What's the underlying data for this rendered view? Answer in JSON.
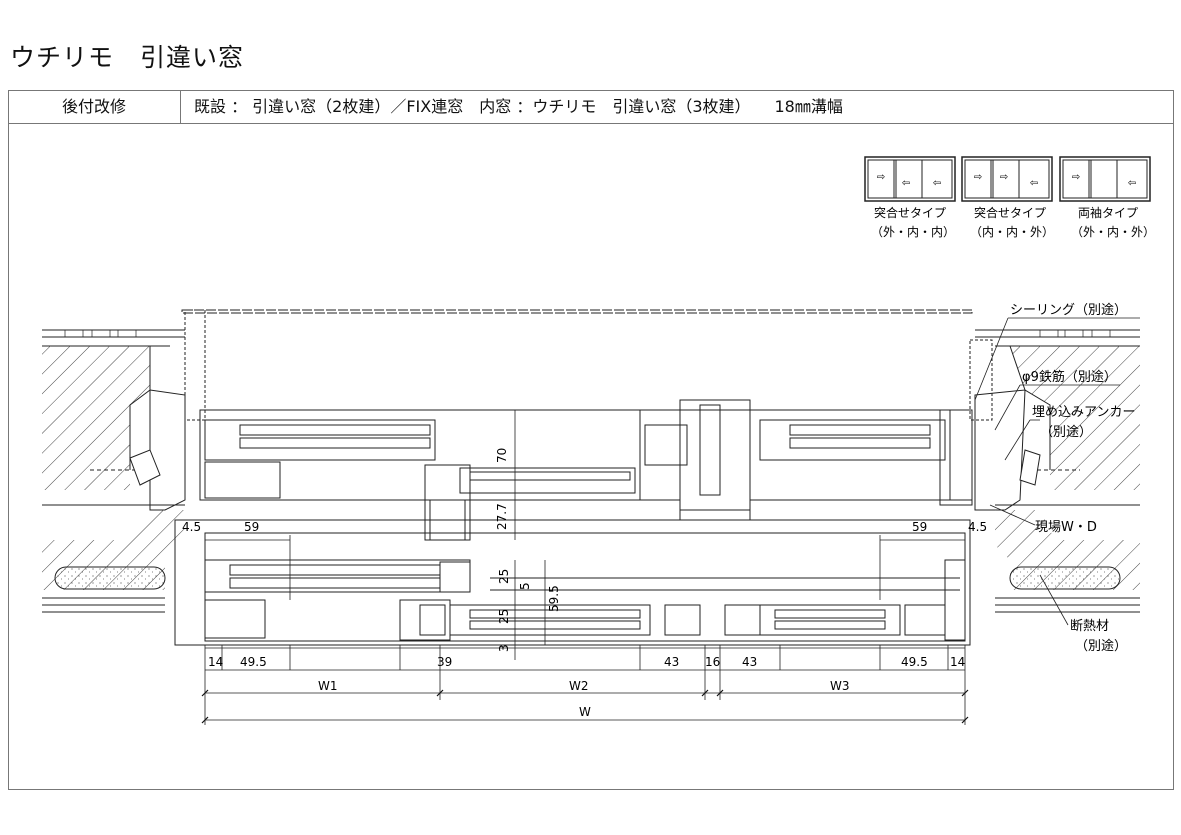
{
  "title": "ウチリモ　引違い窓",
  "header": {
    "category": "後付改修",
    "description": "既設 ： 引違い窓（2枚建）／FIX連窓　内窓 ：ウチリモ　引違い窓（3枚建）　　18㎜溝幅"
  },
  "types": [
    {
      "name": "突合せタイプ",
      "sub": "（外・内・内）",
      "arrows": [
        "⇨",
        "⇦",
        "⇦"
      ]
    },
    {
      "name": "突合せタイプ",
      "sub": "（内・内・外）",
      "arrows": [
        "⇨",
        "⇨",
        "⇦"
      ]
    },
    {
      "name": "両袖タイプ",
      "sub": "（外・内・外）",
      "arrows": [
        "⇨",
        "",
        "⇦"
      ]
    }
  ],
  "callouts": {
    "sealing": "シーリング（別途）",
    "rebar": "φ9鉄筋（別途）",
    "anchor_1": "埋め込みアンカー",
    "anchor_2": "（別途）",
    "site_wd": "現場W・D",
    "insulation_1": "断熱材",
    "insulation_2": "（別途）"
  },
  "dims": {
    "d70": "70",
    "d277": "27.7",
    "d45_left": "4.5",
    "d59_left": "59",
    "d59_right": "59",
    "d45_right": "4.5",
    "d25_a": "25",
    "d5": "5",
    "d595": "59.5",
    "d25_b": "25",
    "d3": "3",
    "b14_left": "14",
    "b495_left": "49.5",
    "b39": "39",
    "b43_a": "43",
    "b16": "16",
    "b43_b": "43",
    "b495_right": "49.5",
    "b14_right": "14",
    "w1": "W1",
    "w2": "W2",
    "w3": "W3",
    "w": "W"
  }
}
